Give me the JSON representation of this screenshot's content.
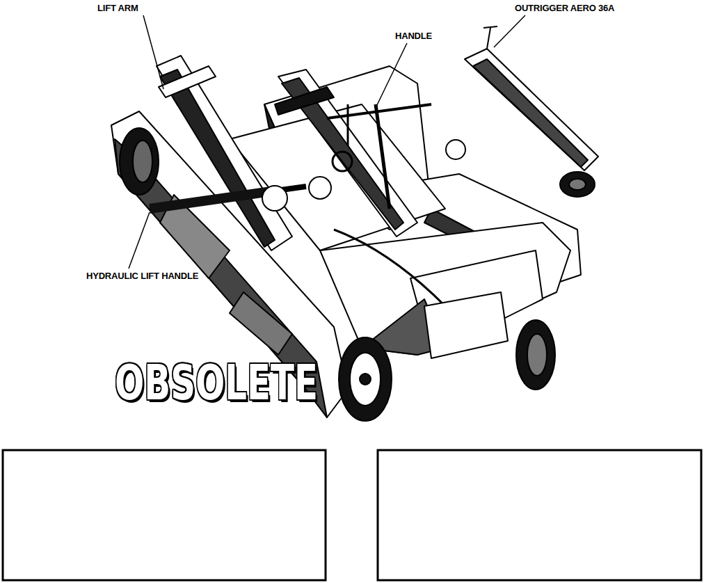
{
  "diagram": {
    "labels": [
      "LIFT ARM",
      "HANDLE",
      "OUTRIGGER AERO 36A",
      "HYDRAULIC LIFT HANDLE",
      "OBSOLETE"
    ]
  }
}
